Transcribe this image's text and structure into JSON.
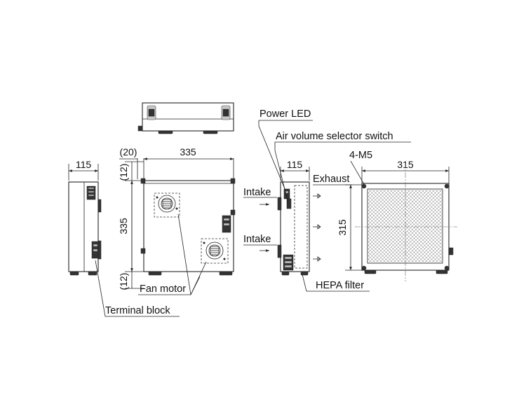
{
  "dimensions": {
    "side_width": "115",
    "front_offset": "(20)",
    "front_width": "335",
    "front_height": "335",
    "top_margin": "(12)",
    "bottom_margin": "(12)",
    "right_side_width": "115",
    "back_width": "315",
    "back_height": "315"
  },
  "labels": {
    "power_led": "Power LED",
    "air_volume_selector": "Air volume selector switch",
    "mount_holes": "4-M5",
    "exhaust": "Exhaust",
    "intake_top": "Intake",
    "intake_bottom": "Intake",
    "fan_motor": "Fan motor",
    "terminal_block": "Terminal block",
    "hepa_filter": "HEPA filter"
  }
}
